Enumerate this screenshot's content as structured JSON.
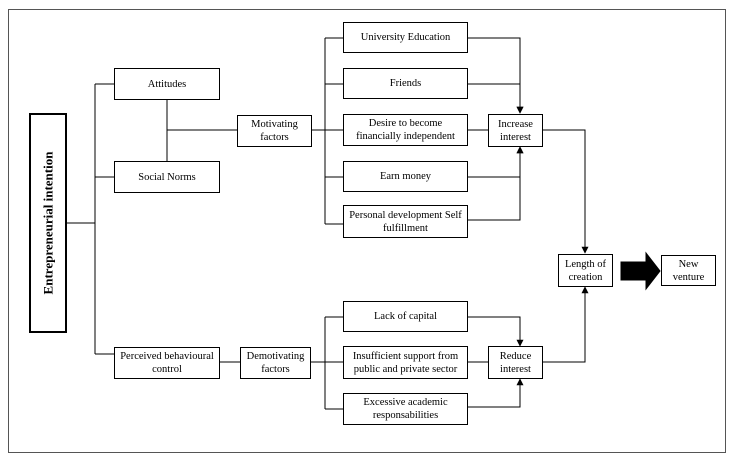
{
  "root": {
    "label": "Entrepreneurial intention"
  },
  "nodes": {
    "attitudes": "Attitudes",
    "social_norms": "Social Norms",
    "perceived_control": "Perceived behavioural control",
    "motivating": "Motivating factors",
    "demotivating": "Demotivating factors",
    "university_education": "University Education",
    "friends": "Friends",
    "financially_independent": "Desire to become financially independent",
    "earn_money": "Earn money",
    "personal_development": "Personal development Self fulfillment",
    "lack_capital": "Lack of capital",
    "insufficient_support": "Insufficient support from public and private sector",
    "excessive_academic": "Excessive academic responsabilities",
    "increase_interest": "Increase interest",
    "reduce_interest": "Reduce interest",
    "length_creation": "Length of creation",
    "new_venture": "New venture"
  }
}
